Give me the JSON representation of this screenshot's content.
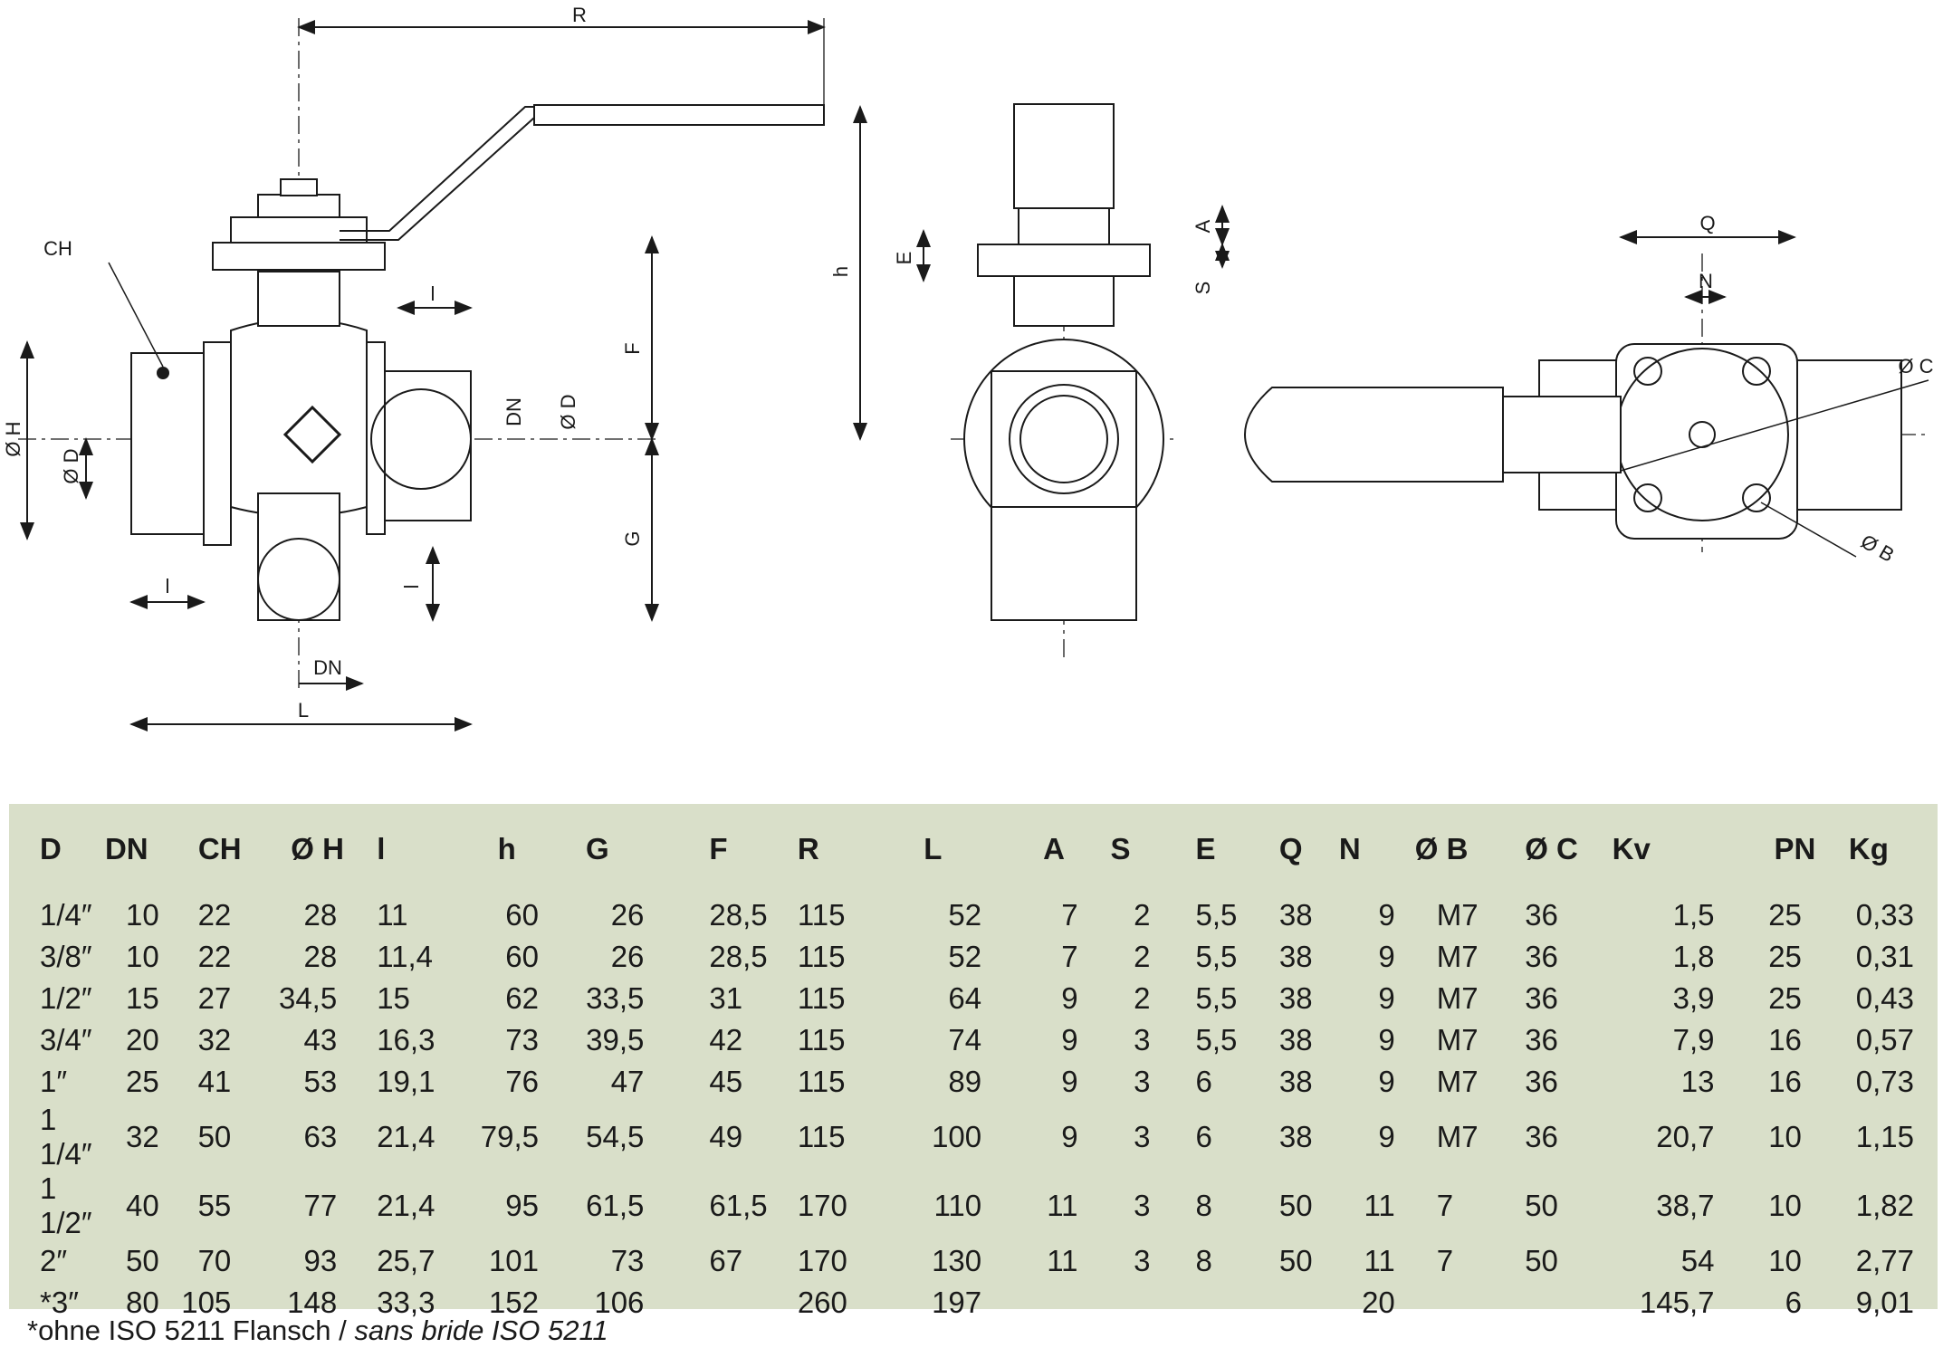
{
  "drawing": {
    "labels": {
      "R": "R",
      "h": "h",
      "CH": "CH",
      "l": "l",
      "F": "F",
      "G": "G",
      "OH": "Ø H",
      "OD": "Ø D",
      "DN": "DN",
      "L": "L",
      "A": "A",
      "E": "E",
      "S": "S",
      "Q": "Q",
      "N": "N",
      "OC": "Ø C",
      "OB": "Ø B"
    }
  },
  "table": {
    "headers": [
      "D",
      "DN",
      "CH",
      "Ø H",
      "l",
      "h",
      "G",
      "F",
      "R",
      "L",
      "A",
      "S",
      "E",
      "Q",
      "N",
      "Ø B",
      "Ø C",
      "Kv",
      "PN",
      "Kg"
    ],
    "rows": [
      [
        "1/4″",
        "10",
        "22",
        "28",
        "11",
        "60",
        "26",
        "28,5",
        "115",
        "52",
        "7",
        "2",
        "5,5",
        "38",
        "9",
        "M7",
        "36",
        "1,5",
        "25",
        "0,33"
      ],
      [
        "3/8″",
        "10",
        "22",
        "28",
        "11,4",
        "60",
        "26",
        "28,5",
        "115",
        "52",
        "7",
        "2",
        "5,5",
        "38",
        "9",
        "M7",
        "36",
        "1,8",
        "25",
        "0,31"
      ],
      [
        "1/2″",
        "15",
        "27",
        "34,5",
        "15",
        "62",
        "33,5",
        "31",
        "115",
        "64",
        "9",
        "2",
        "5,5",
        "38",
        "9",
        "M7",
        "36",
        "3,9",
        "25",
        "0,43"
      ],
      [
        "3/4″",
        "20",
        "32",
        "43",
        "16,3",
        "73",
        "39,5",
        "42",
        "115",
        "74",
        "9",
        "3",
        "5,5",
        "38",
        "9",
        "M7",
        "36",
        "7,9",
        "16",
        "0,57"
      ],
      [
        "1″",
        "25",
        "41",
        "53",
        "19,1",
        "76",
        "47",
        "45",
        "115",
        "89",
        "9",
        "3",
        "6",
        "38",
        "9",
        "M7",
        "36",
        "13",
        "16",
        "0,73"
      ],
      [
        "1 1/4″",
        "32",
        "50",
        "63",
        "21,4",
        "79,5",
        "54,5",
        "49",
        "115",
        "100",
        "9",
        "3",
        "6",
        "38",
        "9",
        "M7",
        "36",
        "20,7",
        "10",
        "1,15"
      ],
      [
        "1 1/2″",
        "40",
        "55",
        "77",
        "21,4",
        "95",
        "61,5",
        "61,5",
        "170",
        "110",
        "11",
        "3",
        "8",
        "50",
        "11",
        "7",
        "50",
        "38,7",
        "10",
        "1,82"
      ],
      [
        "2″",
        "50",
        "70",
        "93",
        "25,7",
        "101",
        "73",
        "67",
        "170",
        "130",
        "11",
        "3",
        "8",
        "50",
        "11",
        "7",
        "50",
        "54",
        "10",
        "2,77"
      ],
      [
        "*3″",
        "80",
        "105",
        "148",
        "33,3",
        "152",
        "106",
        "",
        "260",
        "197",
        "",
        "",
        "",
        "",
        "20",
        "",
        "",
        "145,7",
        "6",
        "9,01"
      ]
    ]
  },
  "footnote": {
    "normal": "*ohne ISO 5211 Flansch / ",
    "italic": "sans bride ISO 5211"
  }
}
